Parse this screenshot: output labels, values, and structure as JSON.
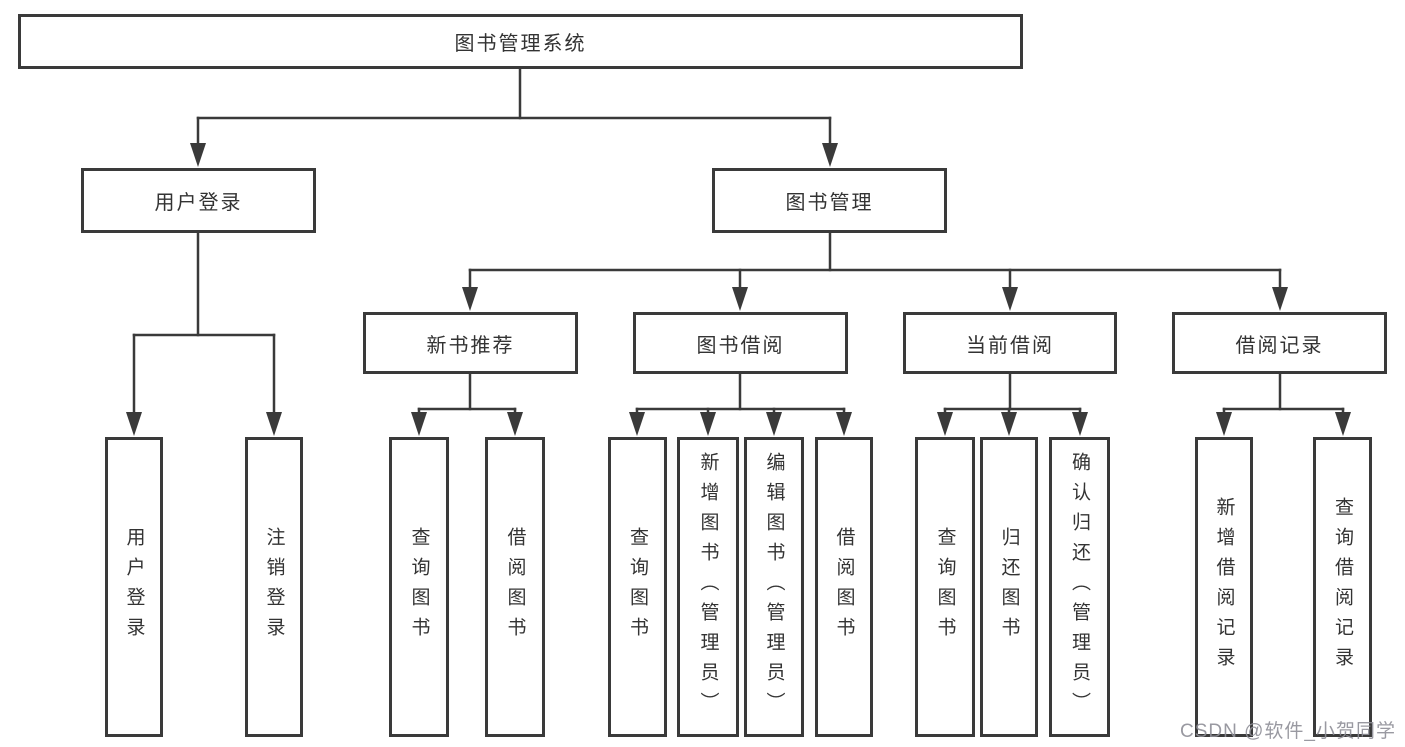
{
  "tree": {
    "label": "图书管理系统",
    "children": [
      {
        "label": "用户登录",
        "children": [
          {
            "label": "用户登录"
          },
          {
            "label": "注销登录"
          }
        ]
      },
      {
        "label": "图书管理",
        "children": [
          {
            "label": "新书推荐",
            "children": [
              {
                "label": "查询图书"
              },
              {
                "label": "借阅图书"
              }
            ]
          },
          {
            "label": "图书借阅",
            "children": [
              {
                "label": "查询图书"
              },
              {
                "label": "新增图书（管理员）"
              },
              {
                "label": "编辑图书（管理员）"
              },
              {
                "label": "借阅图书"
              }
            ]
          },
          {
            "label": "当前借阅",
            "children": [
              {
                "label": "查询图书"
              },
              {
                "label": "归还图书"
              },
              {
                "label": "确认归还（管理员）"
              }
            ]
          },
          {
            "label": "借阅记录",
            "children": [
              {
                "label": "新增借阅记录"
              },
              {
                "label": "查询借阅记录"
              }
            ]
          }
        ]
      }
    ]
  },
  "watermark": {
    "text": "CSDN @软件_小贺同学"
  },
  "colors": {
    "line": "#3a3a3a",
    "text": "#333333",
    "background": "#ffffff",
    "watermark": "#8f8f97"
  }
}
